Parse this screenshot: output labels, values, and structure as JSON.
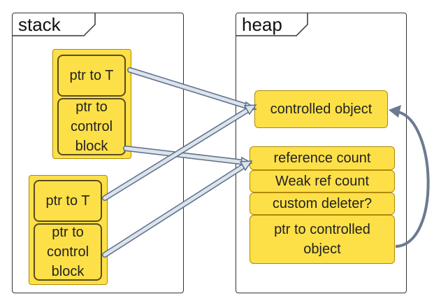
{
  "stack": {
    "title": "stack"
  },
  "heap": {
    "title": "heap"
  },
  "ptr1": {
    "ptr_t": "ptr to T",
    "ptr_cb": "ptr to\ncontrol\nblock"
  },
  "ptr2": {
    "ptr_t": "ptr to T",
    "ptr_cb": "ptr to\ncontrol\nblock"
  },
  "heap_items": {
    "controlled_object": "controlled object",
    "reference_count": "reference count",
    "weak_ref_count": "Weak ref count",
    "custom_deleter": "custom deleter?",
    "ptr_to_controlled": "ptr to controlled\nobject"
  },
  "colors": {
    "box_fill": "#fde047",
    "arrow_fill": "#dbe3ee",
    "arrow_stroke": "#5e6f86"
  }
}
